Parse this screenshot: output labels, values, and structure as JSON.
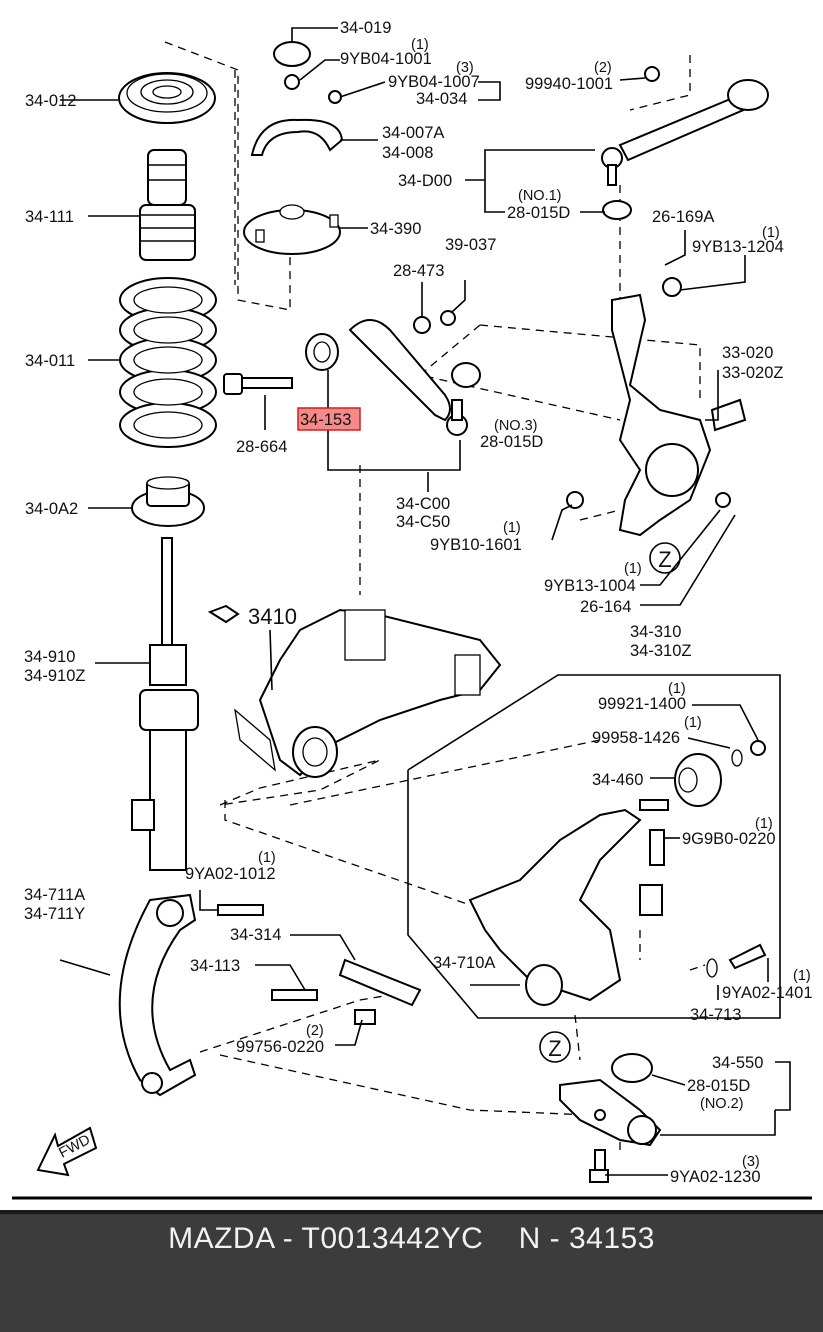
{
  "callouts": {
    "c34_019": "34-019",
    "c9yb04_1001": "9YB04-1001",
    "c9yb04_1001_qty": "(1)",
    "c9yb04_1007": "9YB04-1007",
    "c9yb04_1007_qty": "(3)",
    "c34_034": "34-034",
    "c34_012": "34-012",
    "c34_007a": "34-007A",
    "c34_008": "34-008",
    "c34_390": "34-390",
    "c34_111": "34-111",
    "c99940_1001": "99940-1001",
    "c99940_1001_qty": "(2)",
    "c34_d00": "34-D00",
    "no1": "(NO.1)",
    "c28_015d_a": "28-015D",
    "c26_169a": "26-169A",
    "c9yb13_1204": "9YB13-1204",
    "c9yb13_1204_qty": "(1)",
    "c39_037": "39-037",
    "c28_473": "28-473",
    "c34_011": "34-011",
    "c33_020": "33-020",
    "c33_020z": "33-020Z",
    "c34_153": "34-153",
    "no3": "(NO.3)",
    "c28_015d_b": "28-015D",
    "c28_664": "28-664",
    "c34_c00": "34-C00",
    "c34_c50": "34-C50",
    "c34_0a2": "34-0A2",
    "c9yb10_1601": "9YB10-1601",
    "c9yb10_1601_qty": "(1)",
    "z_top": "Z",
    "c9yb13_1004": "9YB13-1004",
    "c9yb13_1004_qty": "(1)",
    "c26_164": "26-164",
    "c3410": "3410",
    "c34_910": "34-910",
    "c34_910z": "34-910Z",
    "c34_310": "34-310",
    "c34_310z": "34-310Z",
    "c99921_1400": "99921-1400",
    "c99921_1400_qty": "(1)",
    "c99958_1426": "99958-1426",
    "c99958_1426_qty": "(1)",
    "c34_460": "34-460",
    "c9g9b0_0220": "9G9B0-0220",
    "c9g9b0_0220_qty": "(1)",
    "c9ya02_1012": "9YA02-1012",
    "c9ya02_1012_qty": "(1)",
    "c34_711a": "34-711A",
    "c34_711y": "34-711Y",
    "c34_314": "34-314",
    "c34_113": "34-113",
    "c34_710a": "34-710A",
    "c9ya02_1401": "9YA02-1401",
    "c9ya02_1401_qty": "(1)",
    "c34_713": "34-713",
    "c99756_0220": "99756-0220",
    "c99756_0220_qty": "(2)",
    "z_bottom": "Z",
    "c34_550": "34-550",
    "c28_015d_c": "28-015D",
    "no2": "(NO.2)",
    "c9ya02_1230": "9YA02-1230",
    "c9ya02_1230_qty": "(3)",
    "fwd": "FWD"
  },
  "highlight": {
    "part": "34-153",
    "fill_color": "#f58a8a",
    "border_color": "#d02020"
  },
  "footer": {
    "text": "MAZDA - T0013442YC    N - 34153"
  }
}
